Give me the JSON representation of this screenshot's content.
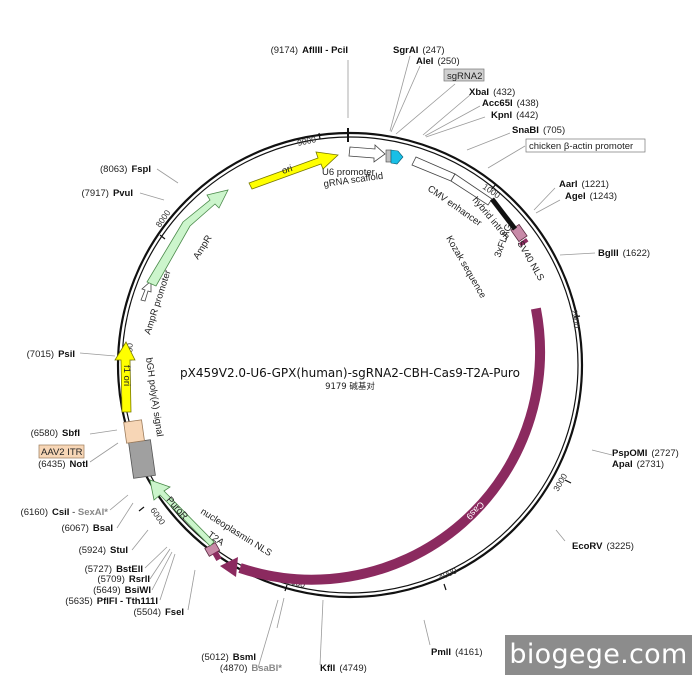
{
  "plasmid": {
    "name": "pX459V2.0-U6-GPX(human)-sgRNA2-CBH-Cas9-T2A-Puro",
    "length_label": "9179 碱基对",
    "length_bp": 9179
  },
  "ticks": [
    "1000",
    "2000",
    "3000",
    "4000",
    "5000",
    "6000",
    "7000",
    "8000",
    "9000"
  ],
  "sites_right": [
    {
      "name": "SgrAI",
      "pos": "(247)"
    },
    {
      "name": "AleI",
      "pos": "(250)"
    },
    {
      "name": "XbaI",
      "pos": "(432)"
    },
    {
      "name": "Acc65I",
      "pos": "(438)"
    },
    {
      "name": "KpnI",
      "pos": "(442)"
    },
    {
      "name": "SnaBI",
      "pos": "(705)"
    },
    {
      "name": "AarI",
      "pos": "(1221)"
    },
    {
      "name": "AgeI",
      "pos": "(1243)"
    },
    {
      "name": "BglII",
      "pos": "(1622)"
    },
    {
      "name": "PspOMI",
      "pos": "(2727)"
    },
    {
      "name": "ApaI",
      "pos": "(2731)"
    },
    {
      "name": "EcoRV",
      "pos": "(3225)"
    },
    {
      "name": "PmlI",
      "pos": "(4161)"
    },
    {
      "name": "KflI",
      "pos": "(4749)"
    }
  ],
  "sites_left": [
    {
      "name": "AflIII - PciI",
      "pos": "(9174)"
    },
    {
      "name": "FspI",
      "pos": "(8063)"
    },
    {
      "name": "PvuI",
      "pos": "(7917)"
    },
    {
      "name": "PsiI",
      "pos": "(7015)"
    },
    {
      "name": "SbfI",
      "pos": "(6580)"
    },
    {
      "name": "NotI",
      "pos": "(6435)"
    },
    {
      "name": "CsiI",
      "pos": "(6160)",
      "extra": "SexAI*"
    },
    {
      "name": "BsaI",
      "pos": "(6067)"
    },
    {
      "name": "StuI",
      "pos": "(5924)"
    },
    {
      "name": "BstEII",
      "pos": "(5727)"
    },
    {
      "name": "RsrII",
      "pos": "(5709)"
    },
    {
      "name": "BsiWI",
      "pos": "(5649)"
    },
    {
      "name": "PflFI - Tth111I",
      "pos": "(5635)"
    },
    {
      "name": "FseI",
      "pos": "(5504)"
    },
    {
      "name": "BsmI",
      "pos": "(5012)"
    },
    {
      "name": "BsaBI*",
      "pos": "(4870)"
    }
  ],
  "boxed_labels": {
    "sgrna": "sgRNA2",
    "cba_promoter": "chicken β-actin promoter",
    "aav2_itr": "AAV2 ITR"
  },
  "features": {
    "ori": "ori",
    "u6_promoter": "U6 promoter",
    "grna_scaffold": "gRNA scaffold",
    "cmv_enhancer": "CMV enhancer",
    "hybrid_intron": "hybrid intron",
    "kozak": "Kozak sequence",
    "sv40_nls": "SV40 NLS",
    "flag": "3xFLAG",
    "cas9": "Cas9",
    "nucleoplasmin_nls": "nucleoplasmin NLS",
    "t2a": "T2A",
    "puror": "PuroR",
    "bgh": "bGH poly(A) signal",
    "f1_ori": "f1 ori",
    "ampr_promoter": "AmpR promoter",
    "ampr": "AmpR"
  },
  "colors": {
    "cas9": "#8b2a5f",
    "ori": "#ffff00",
    "f1_ori": "#ffff00",
    "ampr": "#ccf5cc",
    "puror": "#ccf5cc",
    "nls": "#c88aa8",
    "u6": "#ffffff",
    "scaffold": "#19bfe6",
    "bgh": "#a0a0a0",
    "aav2_itr": "#f7d6b6"
  },
  "watermark": "biogege.com"
}
